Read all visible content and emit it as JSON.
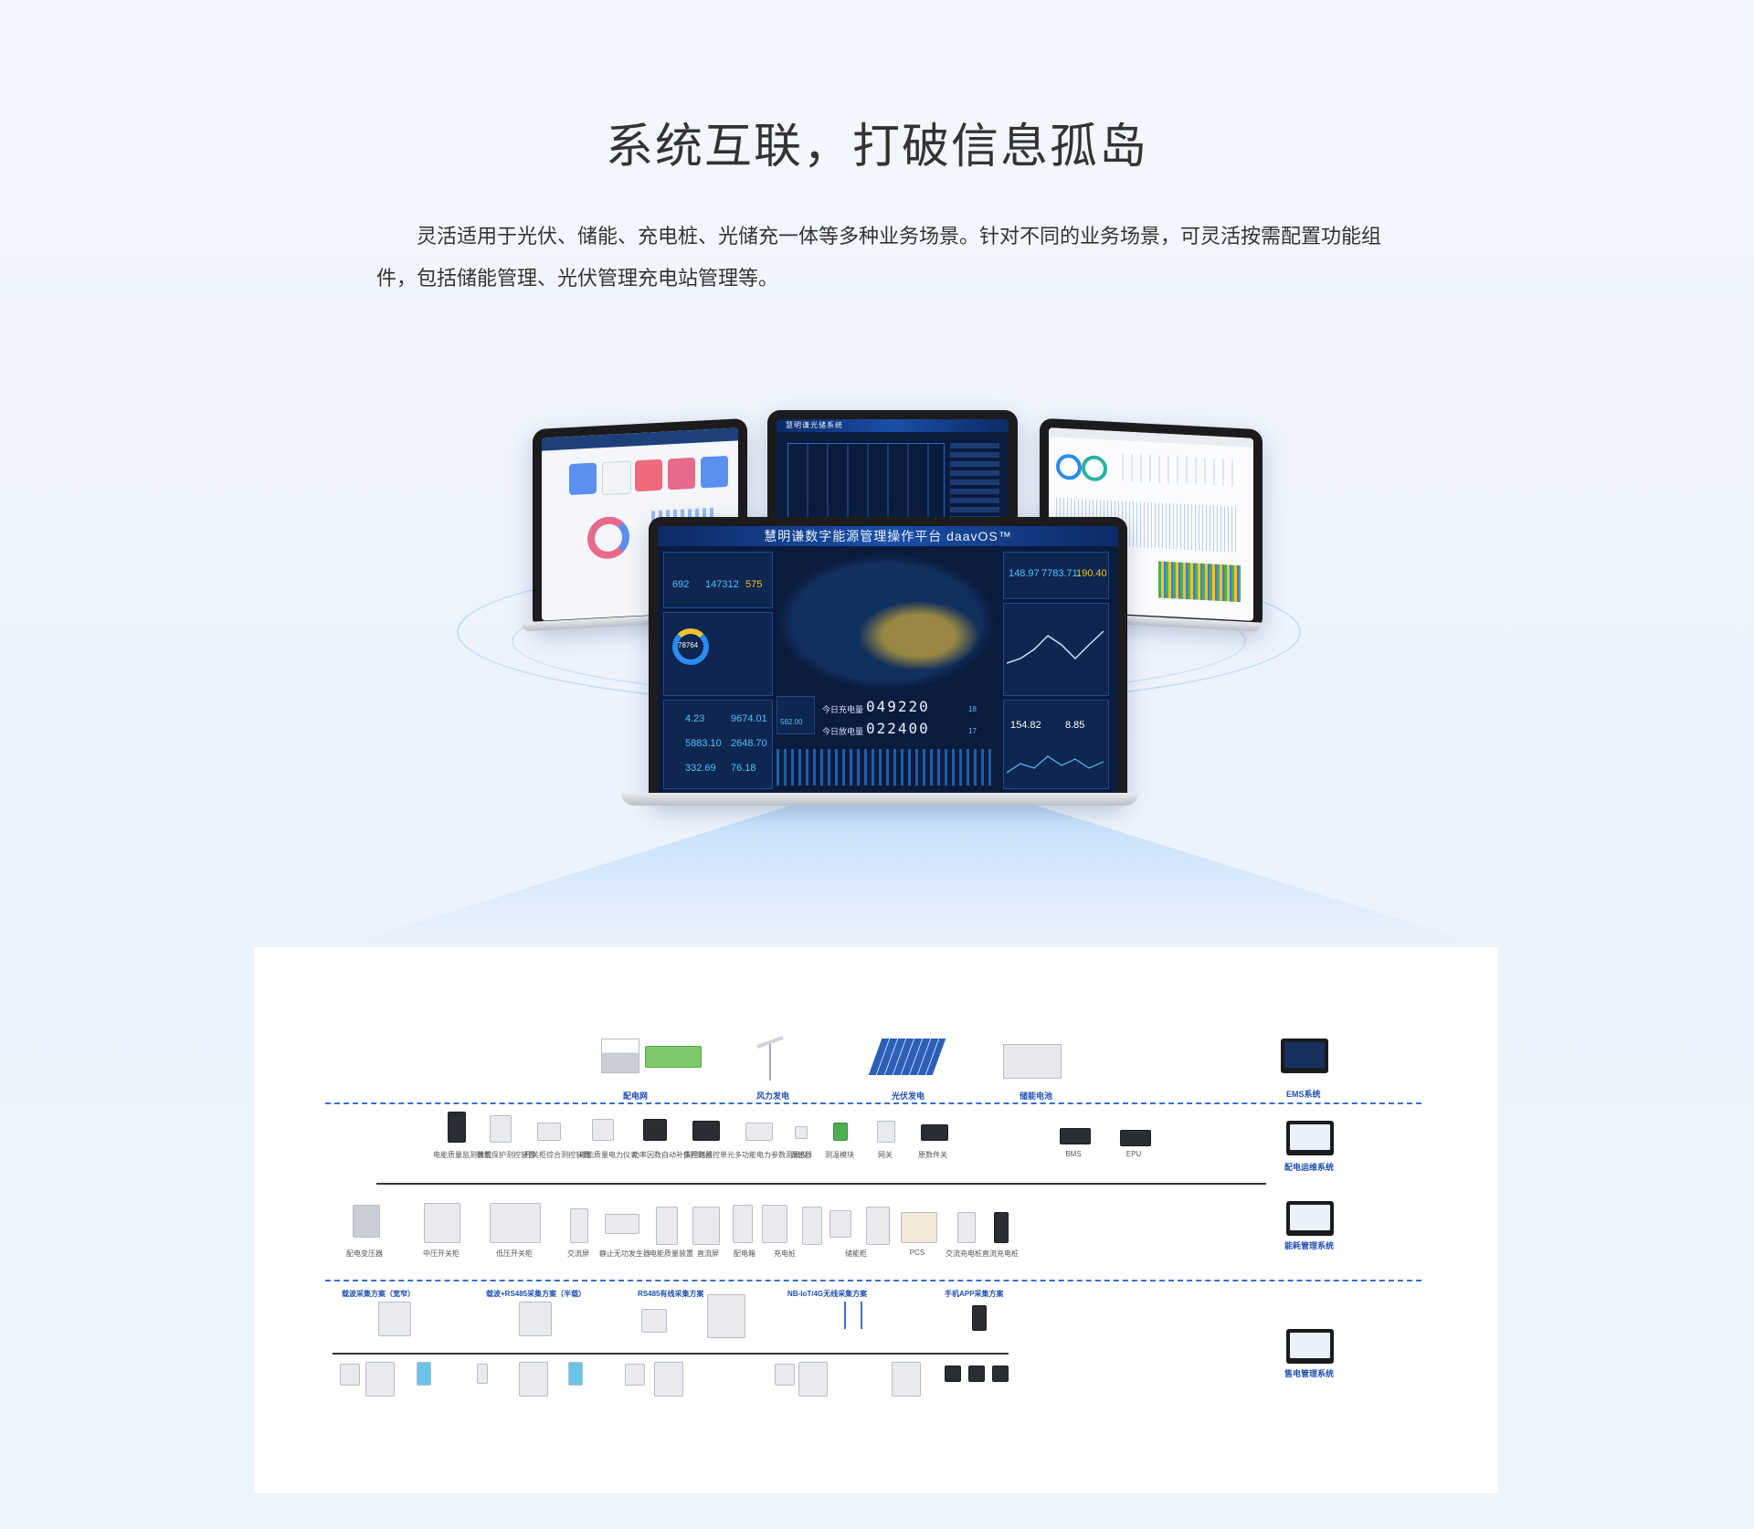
{
  "page": {
    "title": "系统互联，打破信息孤岛",
    "description": "灵活适用于光伏、储能、充电桩、光储充一体等多种业务场景。针对不同的业务场景，可灵活按需配置功能组件，包括储能管理、光伏管理充电站管理等。"
  },
  "hero": {
    "main_screen_title": "慧明谦数字能源管理操作平台 daavOS™",
    "top_screen_title": "慧明谦光储系统",
    "kpis": [
      "692",
      "147312",
      "575",
      "148.97",
      "7783.71",
      "190.40",
      "78764",
      "4.23",
      "9674.01",
      "5883.10",
      "2648.70",
      "332.69",
      "76.18",
      "154.82",
      "8.85",
      "562.00",
      "18",
      "17"
    ],
    "today_charge_label": "今日充电量",
    "today_charge_value": "049220",
    "today_discharge_label": "今日放电量",
    "today_discharge_value": "022400"
  },
  "diagram": {
    "top_sources": [
      "配电网",
      "风力发电",
      "光伏发电",
      "储能电池"
    ],
    "systems": [
      "EMS系统",
      "配电运维系统",
      "能耗管理系统",
      "售电管理系统"
    ],
    "row1_devices": [
      "电能质量监测装置",
      "微机保护测控装置",
      "开关柜综合测控装置",
      "电能质量电力仪表",
      "功率因数自动补偿控制器",
      "多回路监控单元",
      "多功能电力参数测量仪",
      "温感器",
      "测温模块",
      "网关",
      "原数件关",
      "BMS",
      "EPU"
    ],
    "row2_devices": [
      "配电变压器",
      "中压开关柜",
      "低压开关柜",
      "交流屏",
      "静止无功发生器",
      "电能质量装置",
      "直流屏",
      "配电箱",
      "充电桩",
      "PCS",
      "储能柜",
      "交流充电桩",
      "直流充电桩"
    ],
    "schemes": [
      "载波采集方案（宽窄）",
      "载波+RS485采集方案（半载）",
      "RS485有线采集方案",
      "NB-IoT/4G无线采集方案",
      "手机APP采集方案"
    ]
  },
  "colors": {
    "accent": "#1f4fb0",
    "dashed_line": "#3a6fd0",
    "screen_bg": "#0b1b3d"
  }
}
